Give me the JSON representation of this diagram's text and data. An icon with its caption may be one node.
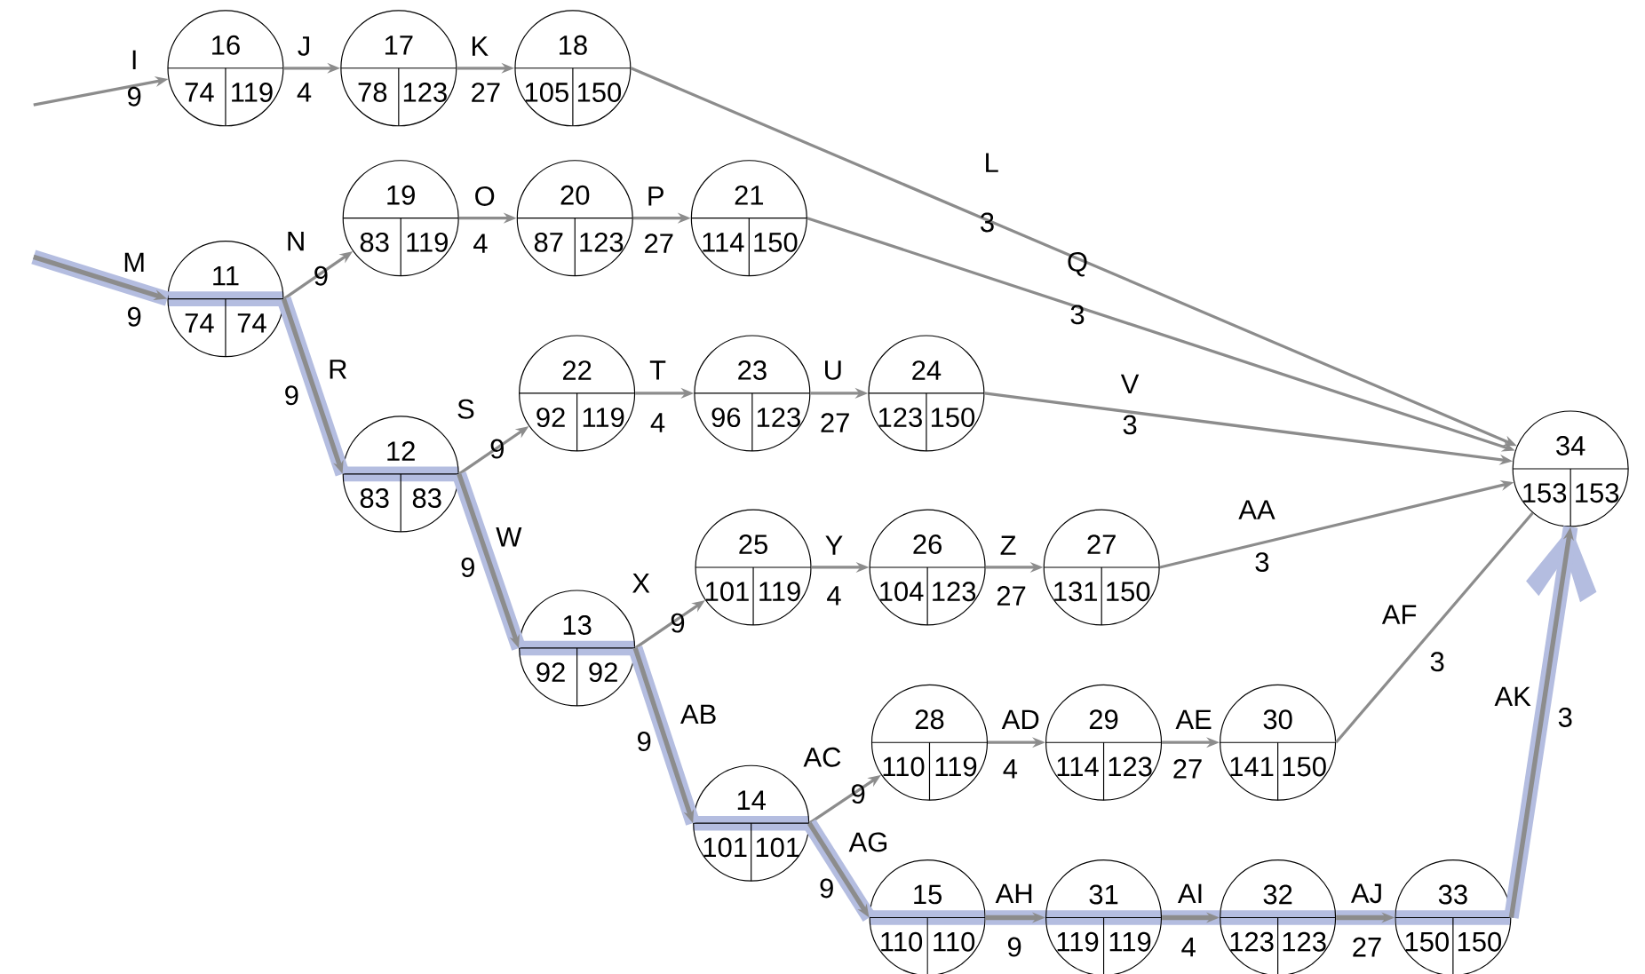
{
  "diagram": {
    "nodes": [
      {
        "text": [
          "11",
          "74",
          "74"
        ]
      },
      {
        "text": [
          "12",
          "83",
          "83"
        ]
      },
      {
        "text": [
          "13",
          "92",
          "92"
        ]
      },
      {
        "text": [
          "14",
          "101",
          "101"
        ]
      },
      {
        "text": [
          "15",
          "110",
          "110"
        ]
      },
      {
        "text": [
          "16",
          "74",
          "119"
        ]
      },
      {
        "text": [
          "17",
          "78",
          "123"
        ]
      },
      {
        "text": [
          "18",
          "105",
          "150"
        ]
      },
      {
        "text": [
          "19",
          "83",
          "119"
        ]
      },
      {
        "text": [
          "20",
          "87",
          "123"
        ]
      },
      {
        "text": [
          "21",
          "114",
          "150"
        ]
      },
      {
        "text": [
          "22",
          "92",
          "119"
        ]
      },
      {
        "text": [
          "23",
          "96",
          "123"
        ]
      },
      {
        "text": [
          "24",
          "123",
          "150"
        ]
      },
      {
        "text": [
          "25",
          "101",
          "119"
        ]
      },
      {
        "text": [
          "26",
          "104",
          "123"
        ]
      },
      {
        "text": [
          "27",
          "131",
          "150"
        ]
      },
      {
        "text": [
          "28",
          "110",
          "119"
        ]
      },
      {
        "text": [
          "29",
          "114",
          "123"
        ]
      },
      {
        "text": [
          "30",
          "141",
          "150"
        ]
      },
      {
        "text": [
          "31",
          "119",
          "119"
        ]
      },
      {
        "text": [
          "32",
          "123",
          "123"
        ]
      },
      {
        "text": [
          "33",
          "150",
          "150"
        ]
      },
      {
        "text": [
          "34",
          "153",
          "153"
        ]
      }
    ],
    "edges": [
      {
        "from": null,
        "to": 5,
        "arrow": "to",
        "label": "I"
      },
      {
        "from": 5,
        "to": 6,
        "arrow": "to",
        "label": "J"
      },
      {
        "from": 6,
        "to": 7,
        "arrow": "to",
        "label": "K"
      },
      {
        "from": 7,
        "to": 23,
        "arrow": "to",
        "label": "L"
      },
      {
        "from": null,
        "to": 0,
        "arrow": "to",
        "label": "M",
        "style": "thick"
      },
      {
        "from": 0,
        "to": 8,
        "arrow": "to",
        "label": "N"
      },
      {
        "from": 8,
        "to": 9,
        "arrow": "to",
        "label": "O"
      },
      {
        "from": 9,
        "to": 10,
        "arrow": "to",
        "label": "P"
      },
      {
        "from": 10,
        "to": 23,
        "arrow": "to",
        "label": "Q"
      },
      {
        "from": 0,
        "to": 1,
        "arrow": "to",
        "label": "R",
        "style": "thick"
      },
      {
        "from": 1,
        "to": 11,
        "arrow": "to",
        "label": "S"
      },
      {
        "from": 11,
        "to": 12,
        "arrow": "to",
        "label": "T"
      },
      {
        "from": 12,
        "to": 13,
        "arrow": "to",
        "label": "U"
      },
      {
        "from": 13,
        "to": 23,
        "arrow": "to",
        "label": "V"
      },
      {
        "from": 1,
        "to": 2,
        "arrow": "to",
        "label": "W",
        "style": "thick"
      },
      {
        "from": 2,
        "to": 14,
        "arrow": "to",
        "label": "X"
      },
      {
        "from": 14,
        "to": 15,
        "arrow": "to",
        "label": "Y"
      },
      {
        "from": 15,
        "to": 16,
        "arrow": "to",
        "label": "Z"
      },
      {
        "from": 16,
        "to": 23,
        "arrow": "to",
        "label": "AA"
      },
      {
        "from": 2,
        "to": 3,
        "arrow": "to",
        "label": "AB",
        "style": "thick"
      },
      {
        "from": 3,
        "to": 17,
        "arrow": "to",
        "label": "AC"
      },
      {
        "from": 17,
        "to": 18,
        "arrow": "to",
        "label": "AD"
      },
      {
        "from": 18,
        "to": 19,
        "arrow": "to",
        "label": "AE"
      },
      {
        "from": 19,
        "to": 23,
        "arrow": "none",
        "label": "AF"
      },
      {
        "from": 3,
        "to": 4,
        "arrow": "to",
        "label": "AG",
        "style": "thick"
      },
      {
        "from": 4,
        "to": 20,
        "arrow": "to",
        "label": "AH",
        "style": "thick"
      },
      {
        "from": 20,
        "to": 21,
        "arrow": "to",
        "label": "AI",
        "style": "thick"
      },
      {
        "from": 21,
        "to": 22,
        "arrow": "to",
        "label": "AJ",
        "style": "thick"
      },
      {
        "from": 22,
        "to": 23,
        "arrow": "to",
        "label": "AK",
        "style": "thick"
      }
    ],
    "labels": [
      "9",
      "4",
      "27",
      "3",
      "9",
      "9",
      "4",
      "27",
      "3",
      "9",
      "9",
      "4",
      "27",
      "3",
      "9",
      "9",
      "4",
      "27",
      "3",
      "9",
      "9",
      "4",
      "27",
      "3",
      "9",
      "9",
      "4",
      "27",
      "3"
    ]
  }
}
